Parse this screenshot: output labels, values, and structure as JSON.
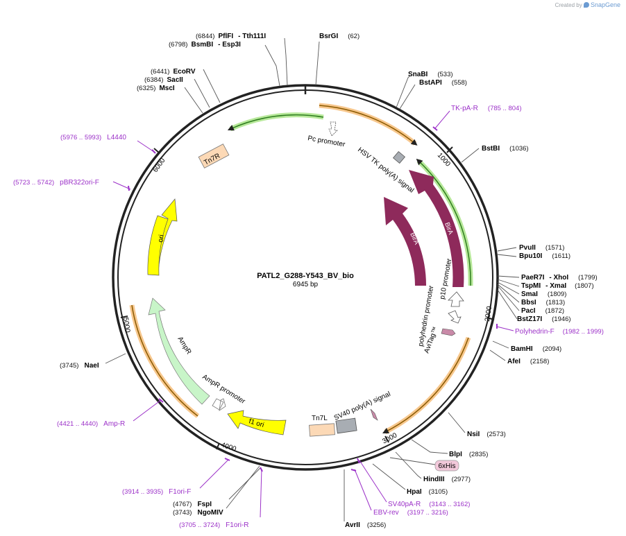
{
  "watermark": {
    "prefix": "Created by",
    "brand": "SnapGene"
  },
  "plasmid": {
    "name": "PATL2_G288-Y543_BV_bio",
    "length_label": "6945 bp",
    "total_bp": 6945
  },
  "ticks": [
    "1000",
    "2000",
    "3000",
    "4000",
    "5000",
    "6000"
  ],
  "sites": [
    {
      "name": "BsrGI",
      "pos": "(62)"
    },
    {
      "name": "SnaBI",
      "pos": "(533)"
    },
    {
      "name": "BstAPI",
      "pos": "(558)"
    },
    {
      "name": "BstBI",
      "pos": "(1036)"
    },
    {
      "name": "PvuII",
      "pos": "(1571)"
    },
    {
      "name": "Bpu10I",
      "pos": "(1611)"
    },
    {
      "name": "PaeR7I",
      "pos": "(1799)",
      "alias": "- XhoI"
    },
    {
      "name": "TspMI",
      "pos": "(1807)",
      "alias": "- XmaI"
    },
    {
      "name": "SmaI",
      "pos": "(1809)"
    },
    {
      "name": "BbsI",
      "pos": "(1813)"
    },
    {
      "name": "PacI",
      "pos": "(1872)"
    },
    {
      "name": "BstZ17I",
      "pos": "(1946)"
    },
    {
      "name": "BamHI",
      "pos": "(2094)"
    },
    {
      "name": "AfeI",
      "pos": "(2158)"
    },
    {
      "name": "NsiI",
      "pos": "(2573)"
    },
    {
      "name": "BlpI",
      "pos": "(2835)"
    },
    {
      "name": "HindIII",
      "pos": "(2977)"
    },
    {
      "name": "HpaI",
      "pos": "(3105)"
    },
    {
      "name": "AvrII",
      "pos": "(3256)"
    },
    {
      "name": "NgoMIV",
      "pos": "(3743)"
    },
    {
      "name": "NaeI",
      "pos": "(3745)"
    },
    {
      "name": "FspI",
      "pos": "(4767)"
    },
    {
      "name": "MscI",
      "pos": "(6325)"
    },
    {
      "name": "SacII",
      "pos": "(6384)"
    },
    {
      "name": "EcoRV",
      "pos": "(6441)"
    },
    {
      "name": "BsmBI",
      "pos": "(6798)",
      "alias": "- Esp3I"
    },
    {
      "name": "PflFI",
      "pos": "(6844)",
      "alias": "- Tth111I"
    }
  ],
  "primers": [
    {
      "name": "TK-pA-R",
      "range": "(785 .. 804)"
    },
    {
      "name": "Polyhedrin-F",
      "range": "(1982 .. 1999)"
    },
    {
      "name": "SV40pA-R",
      "range": "(3143 .. 3162)"
    },
    {
      "name": "EBV-rev",
      "range": "(3197 .. 3216)"
    },
    {
      "name": "F1ori-R",
      "range": "(3705 .. 3724)"
    },
    {
      "name": "F1ori-F",
      "range": "(3914 .. 3935)"
    },
    {
      "name": "Amp-R",
      "range": "(4421 .. 4440)"
    },
    {
      "name": "pBR322ori-F",
      "range": "(5723 .. 5742)"
    },
    {
      "name": "L4440",
      "range": "(5976 .. 5993)"
    }
  ],
  "features": {
    "pc_promoter": "Pc promoter",
    "hsv_tk": "HSV TK poly(A) signal",
    "tn7r": "Tn7R",
    "ori": "ori",
    "birA_outer": "BirA",
    "birA_inner": "BirA",
    "p10": "p10 promoter",
    "polyhedrin": "polyhedrin promoter",
    "avitag": "AviTag™",
    "sv40": "SV40 poly(A) signal",
    "tn7l": "Tn7L",
    "his": "6xHis",
    "f1ori": "f1 ori",
    "ampr_promoter": "AmpR promoter",
    "ampr": "AmpR"
  },
  "colors": {
    "backbone": "#222222",
    "primer": "#9b30c8",
    "birA": "#8e2a5b",
    "ori": "#ffff00",
    "ampr": "#c8f5c8",
    "tn7": "#fcd9b6",
    "grey": "#a8adb3",
    "orf_arc": "#f5b971",
    "green_arc": "#7fcf4a"
  }
}
